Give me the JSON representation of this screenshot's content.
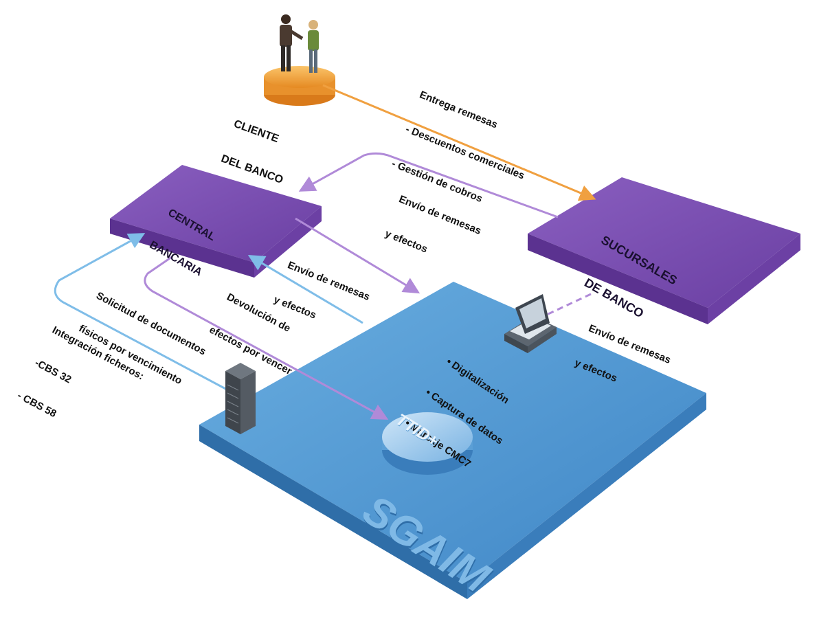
{
  "nodes": {
    "cliente": {
      "lines": [
        "CLIENTE",
        "DEL BANCO"
      ]
    },
    "central": {
      "lines": [
        "CENTRAL",
        "BANCARIA"
      ]
    },
    "sucursales": {
      "lines": [
        "SUCURSALES",
        "DE BANCO"
      ]
    },
    "platform": {
      "name": "SGAIM"
    },
    "ttid": {
      "name": "TTID+"
    }
  },
  "labels": {
    "entrega": [
      "Entrega remesas",
      "- Descuentos comerciales",
      "- Gestión de cobros"
    ],
    "envio_top": [
      "Envío de remesas",
      "y efectos"
    ],
    "envio_mid": [
      "Envío de remesas",
      "y efectos"
    ],
    "envio_right": [
      "Envío de remesas",
      "y efectos"
    ],
    "devolucion": [
      "Devolución de",
      "efectos por vencer"
    ],
    "solicitud": [
      "Solicitud de documentos",
      "físicos por vencimiento"
    ],
    "integracion": [
      "Integración ficheros:",
      "-CBS 32",
      "- CBS 58"
    ],
    "procesos": [
      "• Digitalización",
      "• Captura de datos",
      "• Marcaje CMC7"
    ]
  },
  "colors": {
    "orange": "#f0a040",
    "purple": "#7a4fb0",
    "purple_light": "#b79ad6",
    "blue_platform": "#4d95d2",
    "blue_dark": "#2f6ea8",
    "blue_line": "#8cc4e8"
  },
  "icons": [
    "people-icon",
    "scanner-icon",
    "server-icon"
  ]
}
